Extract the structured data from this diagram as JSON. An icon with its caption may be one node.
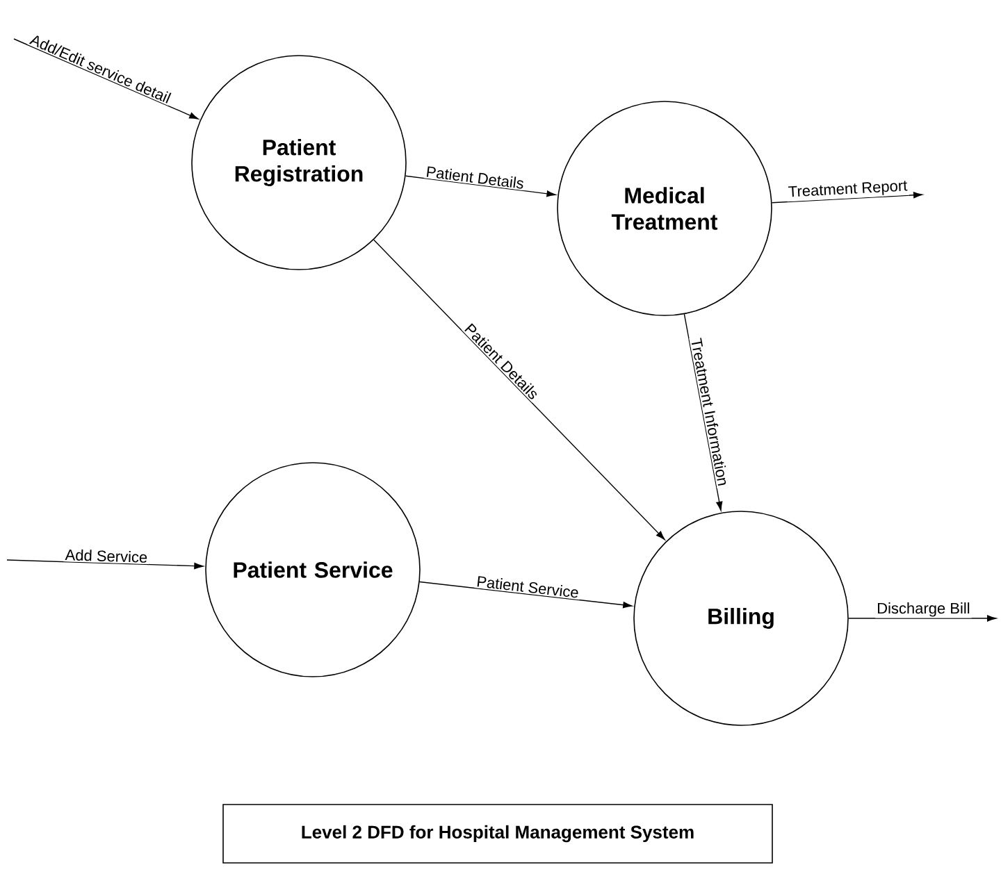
{
  "diagram": {
    "caption": "Level 2 DFD for Hospital Management System",
    "nodes": [
      {
        "text": [
          "Patient Registration"
        ]
      },
      {
        "text": [
          "Medical Treatment"
        ]
      },
      {
        "text": [
          "Patient Service"
        ]
      },
      {
        "text": [
          "Billing"
        ]
      }
    ],
    "edges": [
      {
        "from": null,
        "to": 0,
        "arrow": "to",
        "label": "Add/Edit service detail"
      },
      {
        "from": 0,
        "to": 1,
        "arrow": "to",
        "label": "Patient Details"
      },
      {
        "from": 1,
        "to": null,
        "arrow": "to",
        "label": "Treatment Report"
      },
      {
        "from": 0,
        "to": 3,
        "arrow": "to",
        "label": "Patient Details"
      },
      {
        "from": 1,
        "to": 3,
        "arrow": "to",
        "label": "Treatment Information"
      },
      {
        "from": null,
        "to": 2,
        "arrow": "to",
        "label": "Add Service"
      },
      {
        "from": 2,
        "to": 3,
        "arrow": "to",
        "label": "Patient Service"
      },
      {
        "from": 3,
        "to": null,
        "arrow": "to",
        "label": "Discharge Bill"
      }
    ]
  }
}
